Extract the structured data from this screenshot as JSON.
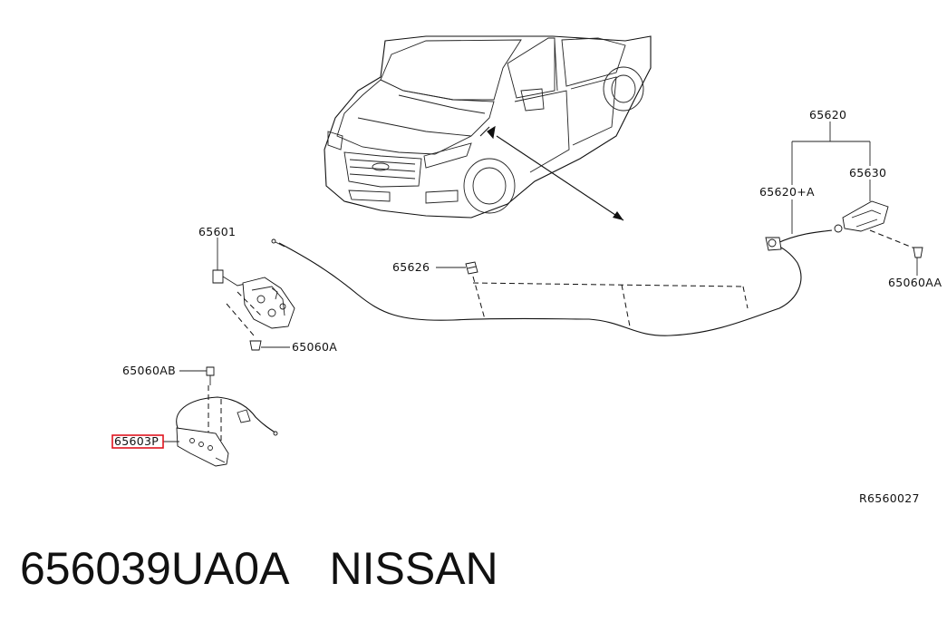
{
  "diagram": {
    "callouts": {
      "p65620": "65620",
      "p65630": "65630",
      "p65620A": "65620+A",
      "p65060AA": "65060AA",
      "p65601": "65601",
      "p65626": "65626",
      "p65060A": "65060A",
      "p65060AB": "65060AB",
      "p65603P": "65603P"
    },
    "drawing_ref": "R6560027",
    "highlight_color": "#e0141e"
  },
  "footer": {
    "part_number": "656039UA0A",
    "brand": "NISSAN"
  }
}
